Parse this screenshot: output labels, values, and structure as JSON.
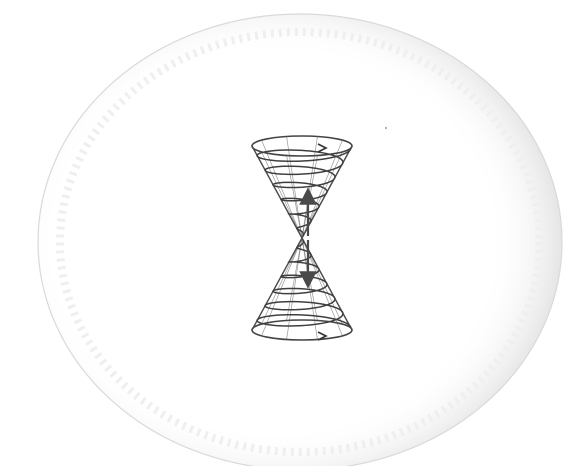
{
  "diagram": {
    "subject": "double-cone-helix-inside-faint-sphere",
    "colors": {
      "background": "#ffffff",
      "sphere_outline": "#d6d6d6",
      "sphere_shade": "#ebebeb",
      "cone_lines": "#555555",
      "helix": "#3f3f3f",
      "arrow": "#4a4a4a"
    },
    "helix_turns_upper": 6,
    "helix_turns_lower": 6
  }
}
